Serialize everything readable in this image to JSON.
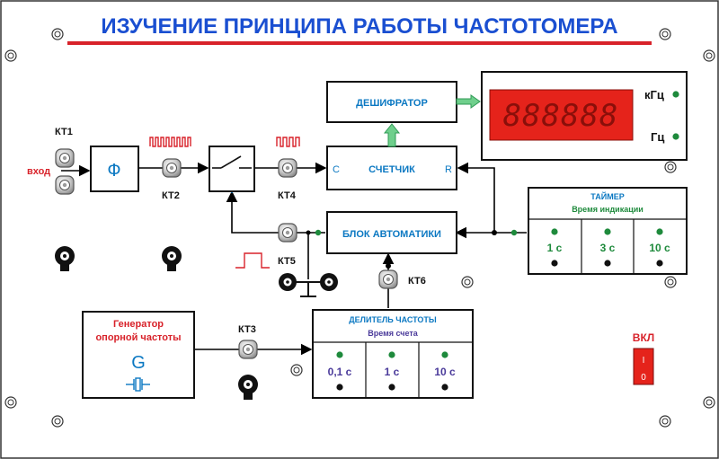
{
  "title": "ИЗУЧЕНИЕ ПРИНЦИПА РАБОТЫ ЧАСТОТОМЕРА",
  "input_label": "вход",
  "test_points": {
    "kt1": "КТ1",
    "kt2": "КТ2",
    "kt3": "КТ3",
    "kt4": "КТ4",
    "kt5": "КТ5",
    "kt6": "КТ6"
  },
  "blocks": {
    "filter": "Ф",
    "decoder": "ДЕШИФРАТОР",
    "counter": "СЧЕТЧИК",
    "counter_c": "C",
    "counter_r": "R",
    "automation": "БЛОК  АВТОМАТИКИ",
    "generator_line1": "Генератор",
    "generator_line2": "опорной частоты",
    "generator_symbol": "G",
    "divider_title": "ДЕЛИТЕЛЬ ЧАСТОТЫ",
    "divider_subtitle": "Время счета",
    "timer_title": "ТАЙМЕР",
    "timer_subtitle": "Время индикации"
  },
  "divider_options": [
    "0,1 с",
    "1 с",
    "10 с"
  ],
  "timer_options": [
    "1 с",
    "3 с",
    "10 с"
  ],
  "display": {
    "digits": "888888",
    "unit_khz": "кГц",
    "unit_hz": "Гц"
  },
  "power": {
    "label": "ВКЛ",
    "on": "I",
    "off": "0"
  },
  "colors": {
    "title_blue": "#1a4fd1",
    "title_underline": "#d8222a",
    "block_text": "#0b78c2",
    "red_text": "#d8222a",
    "green_text": "#1e8a3c",
    "purple_text": "#4a3a9a",
    "led_green": "#1e8a3c",
    "display_red": "#e5231b",
    "arrow_green": "#6fcf8c"
  }
}
